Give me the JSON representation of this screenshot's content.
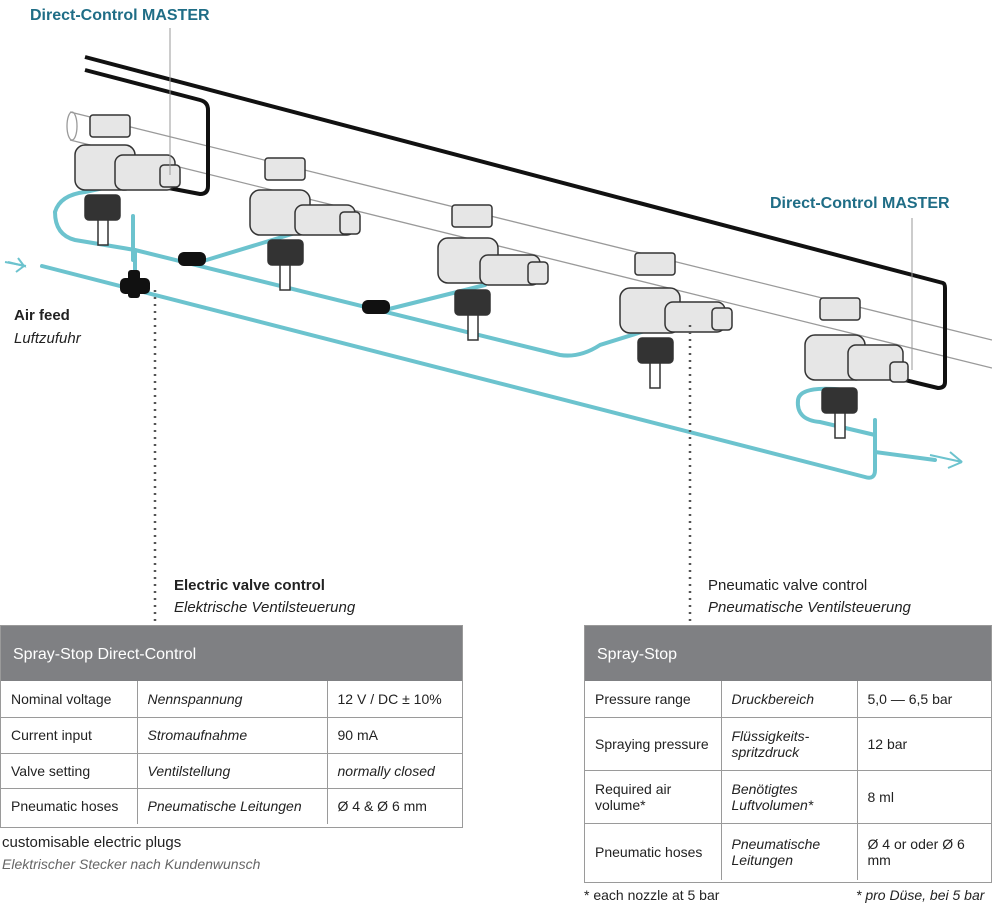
{
  "labels": {
    "master_top": "Direct-Control MASTER",
    "master_right": "Direct-Control MASTER",
    "air_feed_en": "Air feed",
    "air_feed_de": "Luftzufuhr",
    "electric_en": "Electric valve control",
    "electric_de": "Elektrische Ventilsteuerung",
    "pneumatic_en": "Pneumatic valve control",
    "pneumatic_de": "Pneumatische Ventilsteuerung"
  },
  "colors": {
    "hose": "#6cc3ce",
    "cable": "#111111",
    "header": "#7f8083",
    "accent": "#1f6d86"
  },
  "left_table": {
    "title": "Spray-Stop Direct-Control",
    "rows": [
      {
        "en": "Nominal voltage",
        "de": "Nennspannung",
        "value": "12 V / DC ± 10%"
      },
      {
        "en": "Current input",
        "de": "Stromaufnahme",
        "value": "90 mA"
      },
      {
        "en": "Valve setting",
        "de": "Ventilstellung",
        "value": "normally closed"
      },
      {
        "en": "Pneumatic hoses",
        "de": "Pneumatische Leitungen",
        "value": "Ø 4 & Ø 6 mm"
      }
    ],
    "note_en": "customisable electric plugs",
    "note_de": "Elektrischer Stecker nach Kundenwunsch"
  },
  "right_table": {
    "title": "Spray-Stop",
    "rows": [
      {
        "en": "Pressure range",
        "de": "Druckbereich",
        "value": "5,0 — 6,5 bar"
      },
      {
        "en": "Spraying pressure",
        "de": "Flüssigkeits-spritzdruck",
        "value": "12 bar"
      },
      {
        "en": "Required air volume*",
        "de": "Benötigtes Luftvolumen*",
        "value": "8 ml"
      },
      {
        "en": "Pneumatic hoses",
        "de": "Pneumatische Leitungen",
        "value": "Ø 4 or oder Ø 6 mm"
      }
    ],
    "footnote_en": "* each nozzle at 5 bar",
    "footnote_de": "* pro Düse, bei 5 bar"
  }
}
